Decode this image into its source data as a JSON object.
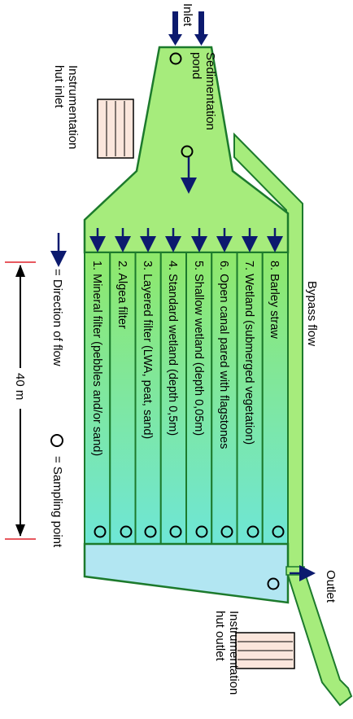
{
  "labels": {
    "inlet": "Inlet",
    "sedimentation_pond_line1": "Sedimentation",
    "sedimentation_pond_line2": "pond",
    "instrumentation_hut_inlet_line1": "Instrumentation",
    "instrumentation_hut_inlet_line2": "hut inlet",
    "bypass_flow": "Bypass flow",
    "outlet": "Outlet",
    "instrumentation_hut_outlet_line1": "Instrumentation",
    "instrumentation_hut_outlet_line2": "hut outlet"
  },
  "channels": [
    "1. Mineral filter (pebbles and/or sand)",
    "2. Algea filter",
    "3. Layered filter (LWA, peat, sand)",
    "4. Standard wetland (depth 0,5m)",
    "5. Shallow wetland (depth 0,05m)",
    "6. Open canal pared with flagstones",
    "7. Wetland (submerged vegetation)",
    "8. Barley straw"
  ],
  "legend": {
    "direction_of_flow": "= Direction of flow",
    "sampling_point": "= Sampling point"
  },
  "scale": {
    "label": "40 m"
  },
  "colors": {
    "pond_green": "#a6ec7c",
    "outline_green": "#1c7a2c",
    "channel_top": "#8fe86a",
    "channel_bottom": "#6ee6d6",
    "outlet_basin": "#b2e6f2",
    "arrow_navy": "#0c1a6e",
    "hut_fill": "#fbe6dc",
    "scale_red": "#e0202a"
  }
}
